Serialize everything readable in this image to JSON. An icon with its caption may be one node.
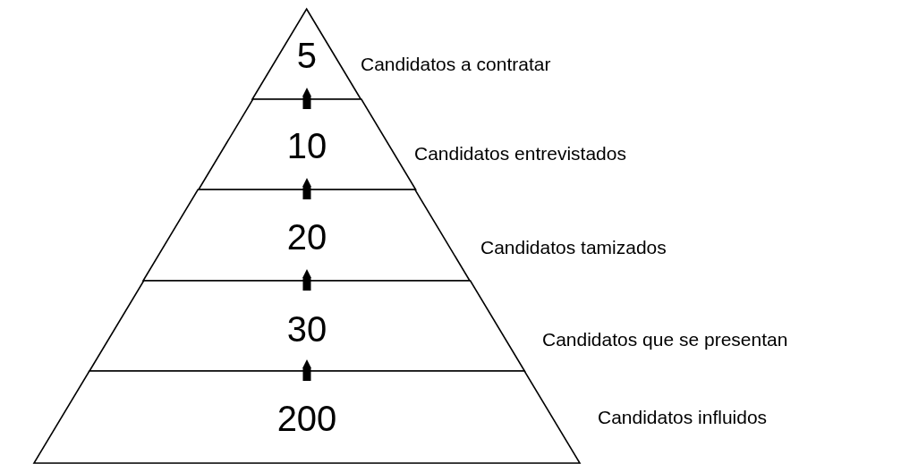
{
  "diagram": {
    "nodes": [
      {
        "text": [
          "5"
        ],
        "beside": [
          "Candidatos a contratar"
        ]
      },
      {
        "text": [
          "10"
        ],
        "beside": [
          "Candidatos entrevistados"
        ]
      },
      {
        "text": [
          "20"
        ],
        "beside": [
          "Candidatos tamizados"
        ]
      },
      {
        "text": [
          "30"
        ],
        "beside": [
          "Candidatos que se presentan"
        ]
      },
      {
        "text": [
          "200"
        ],
        "beside": [
          "Candidatos influidos"
        ]
      }
    ],
    "edges": [
      {
        "from": 4,
        "to": 3,
        "arrow": "to"
      },
      {
        "from": 3,
        "to": 2,
        "arrow": "to"
      },
      {
        "from": 2,
        "to": 1,
        "arrow": "to"
      },
      {
        "from": 1,
        "to": 0,
        "arrow": "to"
      }
    ]
  }
}
